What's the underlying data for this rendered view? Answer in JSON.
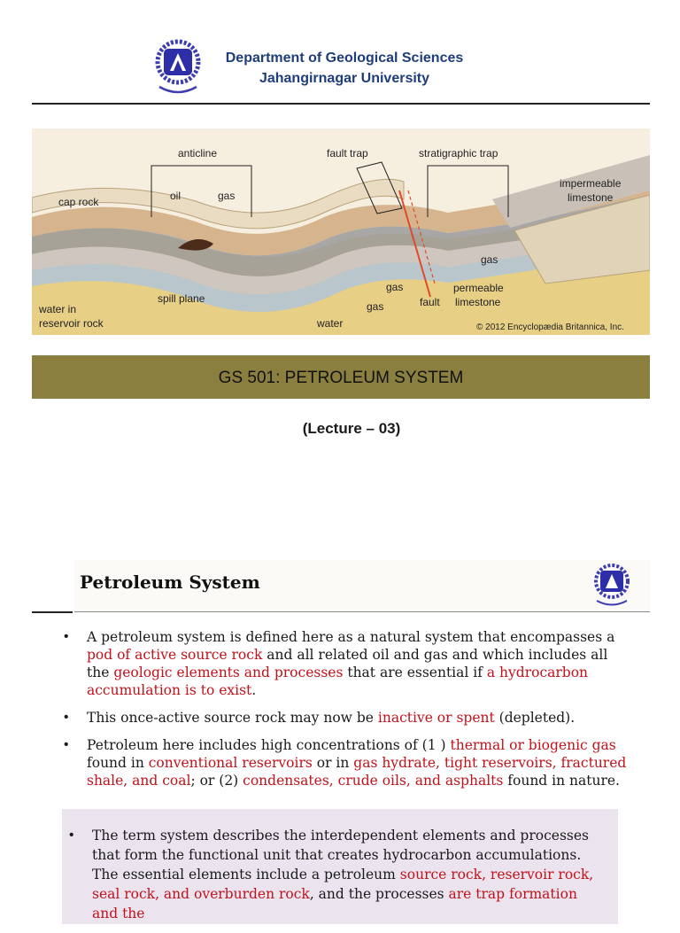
{
  "header": {
    "department": "Department of Geological Sciences",
    "university": "Jahangirnagar University"
  },
  "diagram": {
    "labels": {
      "anticline": "anticline",
      "fault_trap": "fault trap",
      "stratigraphic_trap": "stratigraphic trap",
      "impermeable": "impermeable",
      "limestone_top": "limestone",
      "cap_rock": "cap rock",
      "oil": "oil",
      "gas_top": "gas",
      "gas_right": "gas",
      "gas_fault": "gas",
      "gas_bottom": "gas",
      "permeable": "permeable",
      "limestone_bottom": "limestone",
      "fault": "fault",
      "spill_plane": "spill plane",
      "water_in": "water in",
      "reservoir_rock": "reservoir rock",
      "water": "water",
      "copyright": "© 2012 Encyclopædia Britannica, Inc."
    }
  },
  "title_band": "GS 501: PETROLEUM SYSTEM",
  "lecture": "(Lecture – 03)",
  "section": {
    "title": "Petroleum System"
  },
  "bullets": {
    "b1": {
      "t1": "A petroleum system is defined here as a natural system that encompasses a ",
      "r1": "pod of active source rock",
      "t2": " and all related oil and gas and which includes all the ",
      "r2": "geologic elements and processes",
      "t3": " that are essential if ",
      "r3": "a hydrocarbon accumulation is to exist",
      "t4": "."
    },
    "b2": {
      "t1": "This once-active source rock may now be ",
      "r1": "inactive or spent",
      "t2": " (depleted)."
    },
    "b3": {
      "t1": "Petroleum here includes high concentrations of (1 ) ",
      "r1": "thermal or biogenic gas",
      "t2": " found in ",
      "r2": "conventional reservoirs",
      "t3": " or in ",
      "r3": "gas hydrate, tight reservoirs, fractured shale, and coal",
      "t4": "; or (2) ",
      "r4": "condensates, crude oils, and asphalts",
      "t5": " found in nature."
    },
    "b4": {
      "t1": "The term system describes the interdependent elements and processes that form the functional unit that creates hydrocarbon accumulations. The essential elements include a petroleum ",
      "r1": "source rock, reservoir rock, seal rock, and overburden rock",
      "t2": ", and the processes ",
      "r2": "are trap formation and the"
    }
  },
  "colors": {
    "band": "#8a7f3e",
    "header_text": "#1f3d7a",
    "highlight": "#c0121b",
    "box": "#ebe4ef"
  }
}
